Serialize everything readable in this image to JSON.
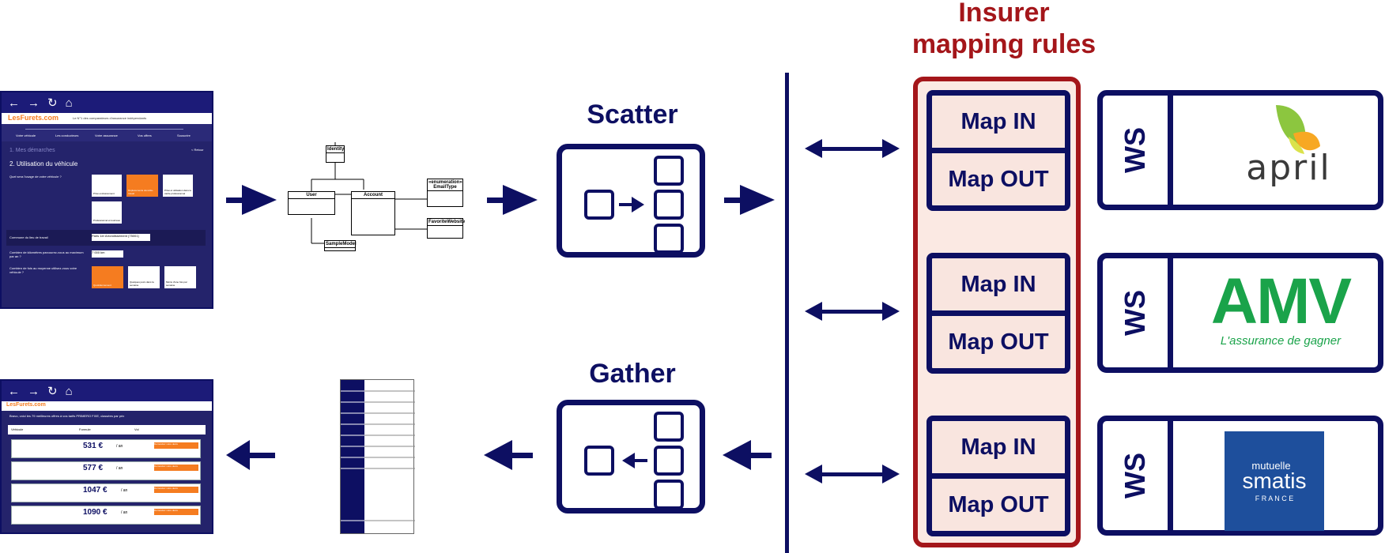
{
  "title": {
    "line1": "Insurer",
    "line2": "mapping rules",
    "color": "#a4161a"
  },
  "colors": {
    "navy": "#0d0f62",
    "map_fill": "#f9e5df",
    "panel_fill": "#fbe9e3",
    "accent_orange": "#f57c20",
    "amv_green": "#1aa34a",
    "smatis_blue": "#1e4f9c"
  },
  "scatter": {
    "label": "Scatter"
  },
  "gather": {
    "label": "Gather"
  },
  "insurers": [
    {
      "map_in": "Map IN",
      "map_out": "Map OUT",
      "ws": "WS",
      "logo": {
        "name": "april",
        "text": "april"
      }
    },
    {
      "map_in": "Map IN",
      "map_out": "Map OUT",
      "ws": "WS",
      "logo": {
        "name": "amv",
        "text": "AMV",
        "tagline": "L'assurance de gagner"
      }
    },
    {
      "map_in": "Map IN",
      "map_out": "Map OUT",
      "ws": "WS",
      "logo": {
        "name": "smatis",
        "line1": "mutuelle",
        "line2": "smatis",
        "line3": "F R A N C E"
      }
    }
  ],
  "form_screenshot": {
    "brand": "LesFurets.com",
    "tagline": "Le N°1 des comparateurs d'assurance indépendants",
    "steps": [
      "Votre véhicule",
      "Les conducteurs",
      "Votre assurance",
      "Vos offres",
      "Souscrire"
    ],
    "section1": "1. Mes démarches",
    "section2": "2. Utilisation du véhicule",
    "question1": "Quel sera l'usage de votre véhicule ?",
    "options": [
      "Privé exclusivement",
      "Déplacements domicile-travail",
      "Privé et utilisation dans le cadre professionnel",
      "Professionnel et tournées"
    ],
    "commune_label": "Commune du lieu de travail",
    "commune_value": "Paris 1er Arrondissement (75001)",
    "km_label": "Combien de kilomètres parcourez-vous au maximum par an ?",
    "km_value": "7 000 km",
    "parking_label": "Combien de fois au moyenne utilisez-vous votre véhicule ?",
    "freq_options": [
      "Quotidiennement",
      "Quelques jours dans la semaine",
      "Moins d'une fois par semaine"
    ],
    "back_label": "< Retour"
  },
  "results_screenshot": {
    "brand": "LesFurets.com",
    "intro": "Bravo, voici les 79 meilleures offres à vos tarifs PRIMERO FIXE, classées par prix",
    "filters": [
      "Véhicule",
      "Formule",
      "Vol"
    ],
    "prices": [
      {
        "amount": "531 €",
        "period": "/ an",
        "cta": "Demandez votre devis"
      },
      {
        "amount": "577 €",
        "period": "/ an",
        "cta": "Demandez votre devis"
      },
      {
        "amount": "1047 €",
        "period": "/ an",
        "cta": "Demandez votre devis"
      },
      {
        "amount": "1090 €",
        "period": "/ an",
        "cta": "Demandez votre devis"
      }
    ]
  },
  "uml": {
    "classes": [
      "Identity",
      "User",
      "Account",
      "«enumeration» EmailType",
      "FavoriteWebsite",
      "SampleModel"
    ]
  }
}
